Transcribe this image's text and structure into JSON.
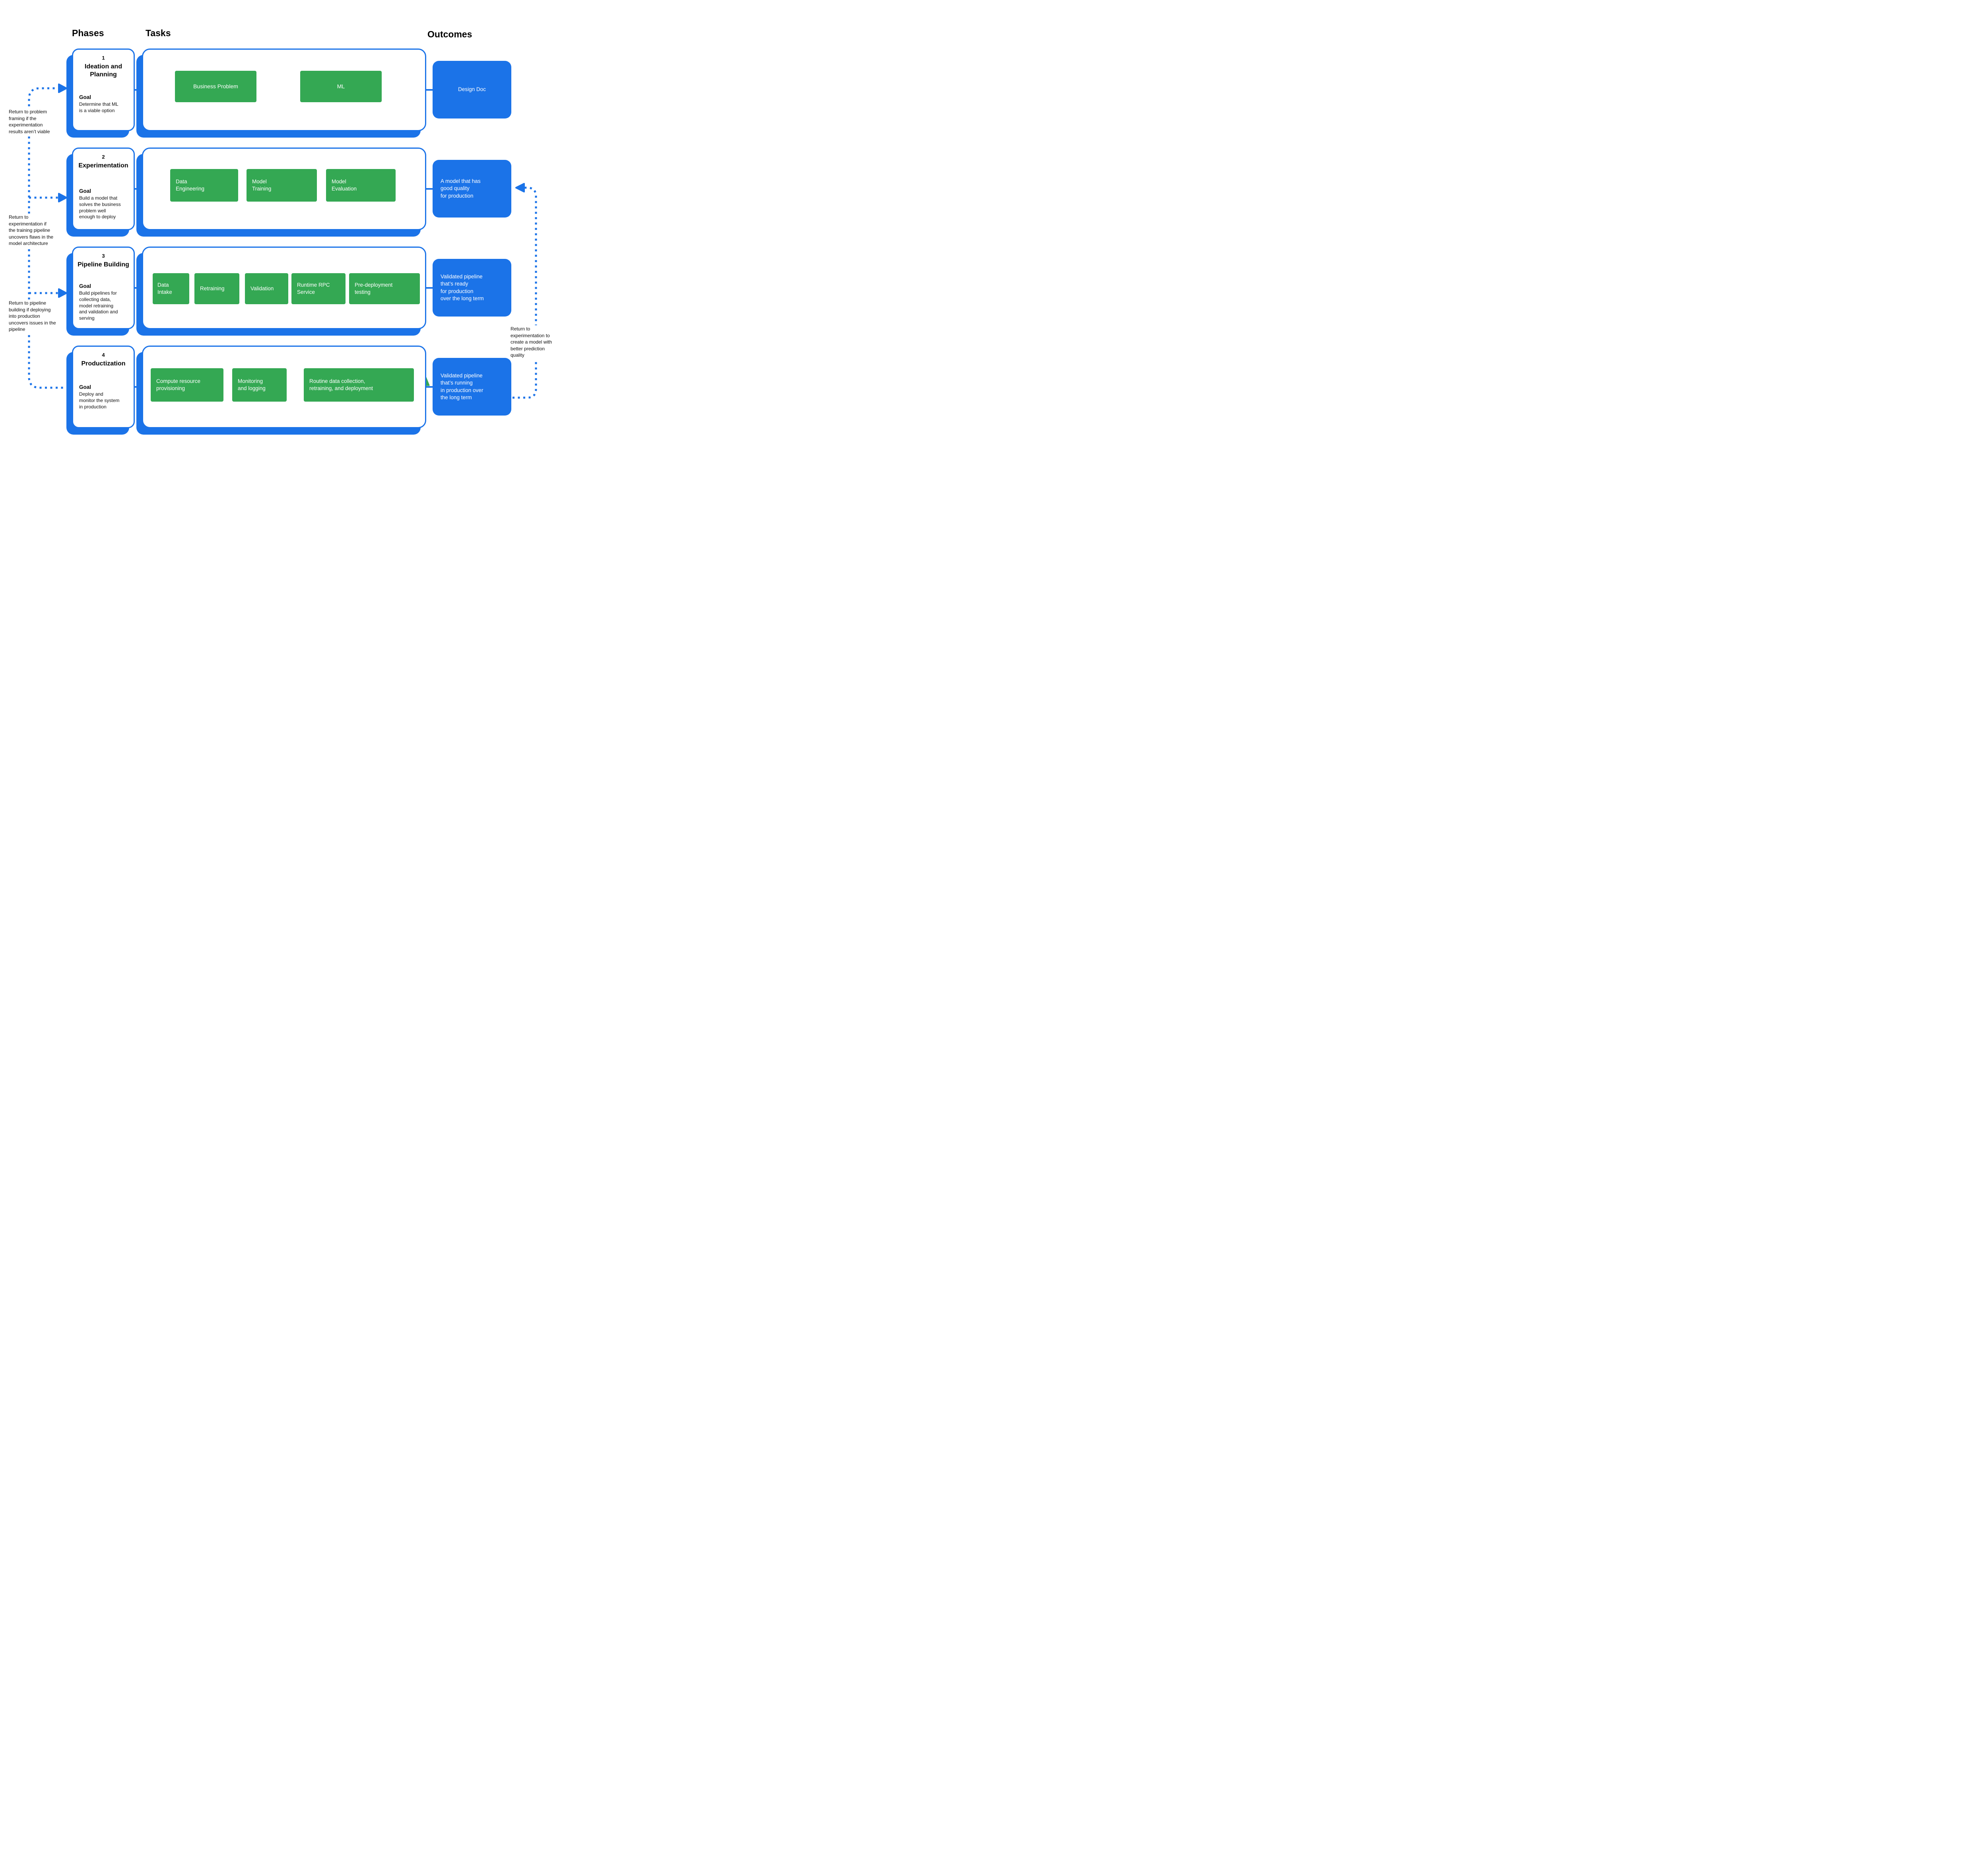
{
  "headers": {
    "phases": "Phases",
    "tasks": "Tasks",
    "outcomes": "Outcomes"
  },
  "colors": {
    "blue": "#1b73e8",
    "green": "#34a853",
    "text": "#000000",
    "background": "#ffffff"
  },
  "phases": [
    {
      "number": "1",
      "title": "Ideation and\nPlanning",
      "goal_label": "Goal",
      "goal": "Determine that ML\nis a viable option",
      "tasks": [
        "Business Problem",
        "ML"
      ],
      "outcome": "Design Doc"
    },
    {
      "number": "2",
      "title": "Experimentation",
      "goal_label": "Goal",
      "goal": "Build a model that\nsolves the business\nproblem well\nenough to deploy",
      "tasks": [
        "Data\nEngineering",
        "Model\nTraining",
        "Model\nEvaluation"
      ],
      "outcome": "A model that has\ngood quality\nfor production"
    },
    {
      "number": "3",
      "title": "Pipeline Building",
      "goal_label": "Goal",
      "goal": "Build pipelines for\ncollecting data,\nmodel retraining\nand validation and\nserving",
      "tasks": [
        "Data\nIntake",
        "Retraining",
        "Validation",
        "Runtime RPC\nService",
        "Pre-deployment\ntesting"
      ],
      "outcome": "Validated pipeline\nthat’s ready\nfor production\nover the long term"
    },
    {
      "number": "4",
      "title": "Productization",
      "goal_label": "Goal",
      "goal": "Deploy and\nmonitor the system\nin production",
      "tasks": [
        "Compute  resource\nprovisioning",
        "Monitoring\nand logging",
        "Routine data collection,\nretraining, and deployment"
      ],
      "outcome": "Validated pipeline\nthat’s running\nin production over\nthe long term"
    }
  ],
  "annotations": [
    {
      "text": "Return to problem\nframing if the\nexperimentation\nresults aren’t viable"
    },
    {
      "text": "Return to\nexperimentation if\nthe training pipeline\nuncovers flaws in the\nmodel architecture"
    },
    {
      "text": "Return to pipeline\nbuilding if deploying\ninto production\nuncovers issues in the\npipeline"
    },
    {
      "text": "Return to\nexperimentation to\ncreate a model with\nbetter prediction\nquality"
    }
  ]
}
